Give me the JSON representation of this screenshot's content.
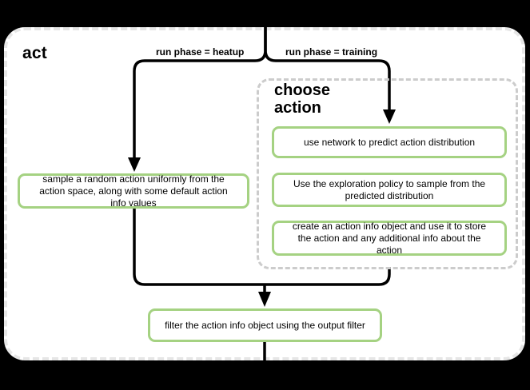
{
  "diagram": {
    "title": "act",
    "subprocess": {
      "title": "choose\naction"
    },
    "edge_labels": {
      "heatup": "run phase = heatup",
      "training": "run phase = training"
    },
    "nodes": {
      "sample_random": "sample a random action uniformly from the action space, along with some default action info values",
      "use_network": "use network to predict action distribution",
      "exploration_policy": "Use the exploration policy to sample from the predicted distribution",
      "create_action_info": "create an action info object and use it to store the action and any additional info about the action",
      "filter_output": "filter the action info object using the output filter"
    },
    "colors": {
      "background": "#000000",
      "panel": "#ffffff",
      "panel_border": "#e6e6e6",
      "node_border": "#a5d282",
      "subprocess_border": "#cccccc",
      "line": "#000000"
    }
  }
}
